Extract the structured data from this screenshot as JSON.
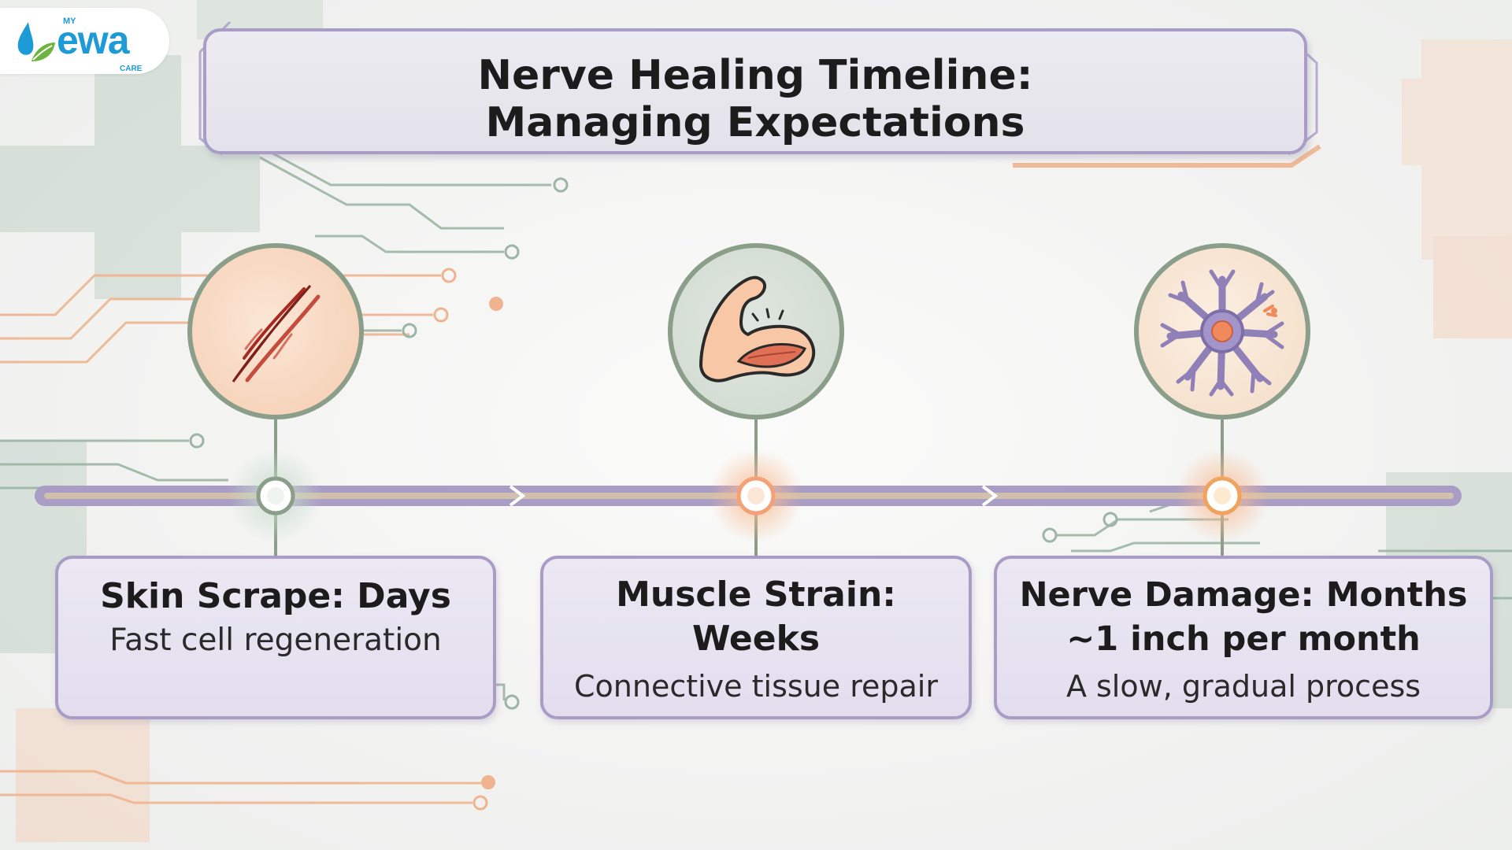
{
  "brand": {
    "prefix": "MY",
    "name": "ewa",
    "suffix": "CARE"
  },
  "title": {
    "line1": "Nerve Healing Timeline:",
    "line2": "Managing Expectations"
  },
  "stages": [
    {
      "icon": "skin-scrape-icon",
      "title": "Skin Scrape: Days",
      "detail": "Fast cell regeneration",
      "marker_color": "#8fae98"
    },
    {
      "icon": "flexed-arm-muscle-icon",
      "title_line1": "Muscle Strain:",
      "title_line2": "Weeks",
      "detail": "Connective tissue repair",
      "marker_color": "#f2a276"
    },
    {
      "icon": "nerve-cell-icon",
      "title_line1": "Nerve Damage: Months",
      "title_line2": "~1 inch per month",
      "detail": "A slow, gradual process",
      "marker_color": "#f0a35e"
    }
  ],
  "colors": {
    "accent_purple": "#a99cc5",
    "circle_border": "#8a9e8a",
    "circuit_green": "#9db5a4",
    "circuit_orange": "#efb48f",
    "brand_blue": "#1e9bd7",
    "brand_green": "#6cb33f"
  }
}
